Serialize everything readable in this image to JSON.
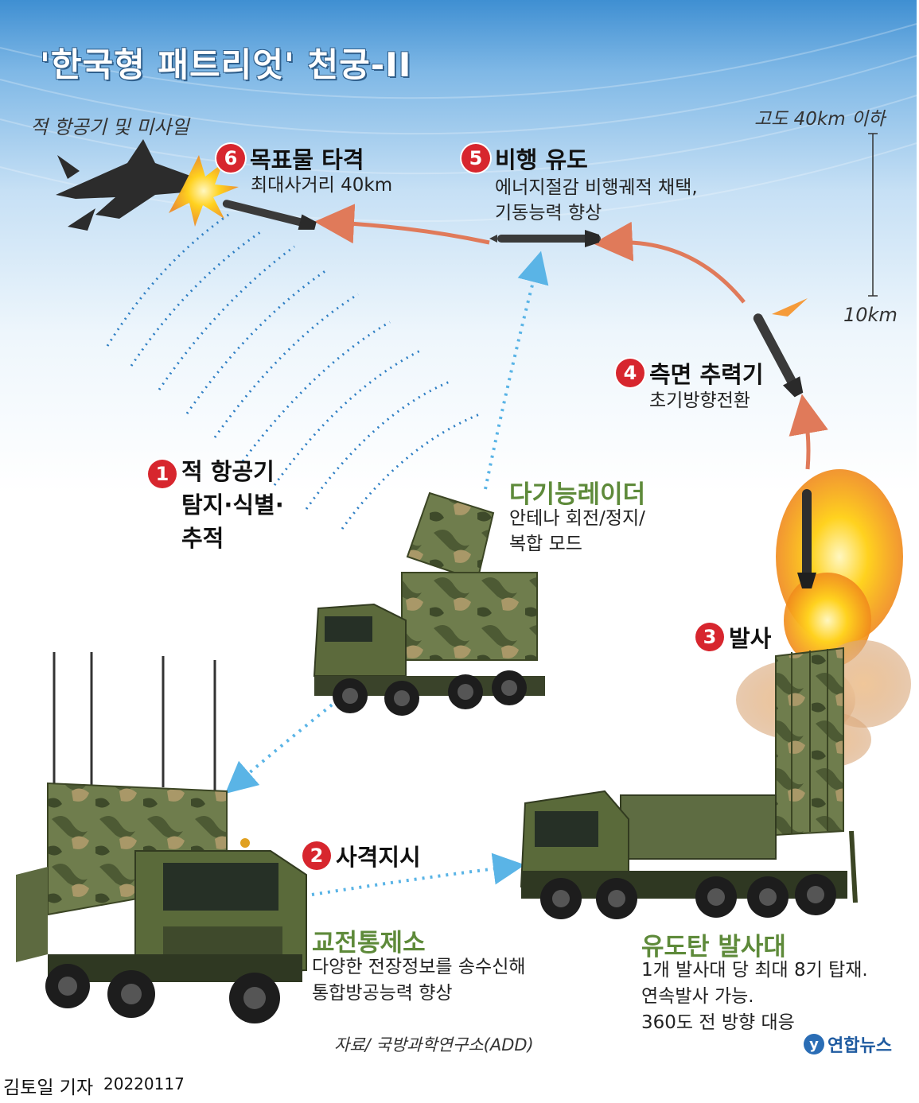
{
  "title": "'한국형 패트리엇' 천궁-II",
  "target_label": "적 항공기 및 미사일",
  "altitude": {
    "top": "고도 40km 이하",
    "bottom": "10km"
  },
  "steps": [
    {
      "num": "1",
      "lines": [
        "적 항공기",
        "탐지·식별·",
        "추적"
      ]
    },
    {
      "num": "2",
      "label": "사격지시"
    },
    {
      "num": "3",
      "label": "발사"
    },
    {
      "num": "4",
      "label": "측면 추력기",
      "desc": "초기방향전환"
    },
    {
      "num": "5",
      "label": "비행 유도",
      "desc": [
        "에너지절감 비행궤적 채택,",
        "기동능력 향상"
      ]
    },
    {
      "num": "6",
      "label": "목표물 타격",
      "desc": "최대사거리 40km"
    }
  ],
  "components": {
    "radar": {
      "name": "다기능레이더",
      "desc": [
        "안테나 회전/정지/",
        "복합 모드"
      ]
    },
    "control": {
      "name": "교전통제소",
      "desc": [
        "다양한 전장정보를 송수신해",
        "통합방공능력 향상"
      ]
    },
    "launcher": {
      "name": "유도탄 발사대",
      "desc": [
        "1개 발사대 당 최대 8기 탑재.",
        "연속발사 가능.",
        "360도 전 방향 대응"
      ]
    }
  },
  "source": "자료/ 국방과학연구소(ADD)",
  "logo": "연합뉴스",
  "credit": {
    "author": "김토일 기자",
    "date": "20220117"
  },
  "colors": {
    "step_badge": "#d7262e",
    "component_name": "#5e8a3a",
    "trajectory": "#e07a5a",
    "signal": "#5ab4e6"
  }
}
